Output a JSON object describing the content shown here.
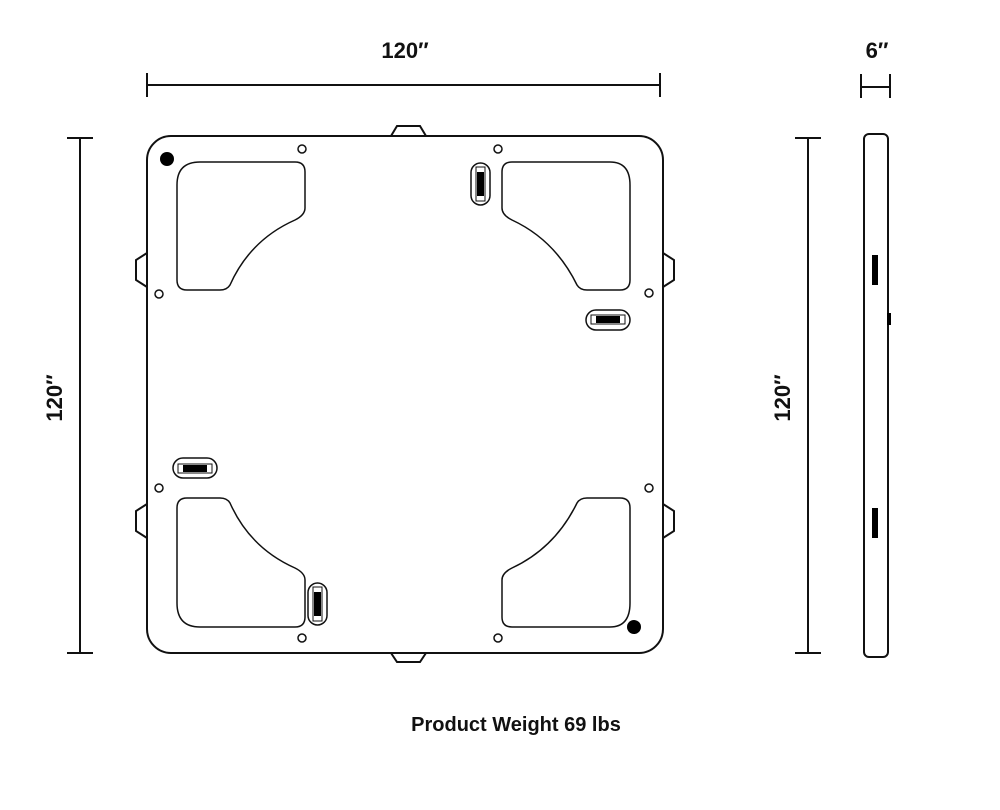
{
  "diagram": {
    "type": "technical-drawing",
    "subject": "square floating platform / mat, top view and side view",
    "colors": {
      "line": "#111111",
      "background": "#ffffff",
      "fill_dark": "#000000"
    }
  },
  "dimensions": {
    "top_width": "120″",
    "left_height": "120″",
    "side_height": "120″",
    "side_thickness": "6″"
  },
  "footer": {
    "weight_label": "Product Weight 69 lbs"
  },
  "views": [
    {
      "name": "top-view",
      "features": [
        "4 corner cutout panels",
        "4 handle slots",
        "8 small grommet holes",
        "2 filled valve dots",
        "6 edge tabs"
      ]
    },
    {
      "name": "side-view",
      "features": [
        "2 side slots",
        "1 small tab"
      ]
    }
  ]
}
